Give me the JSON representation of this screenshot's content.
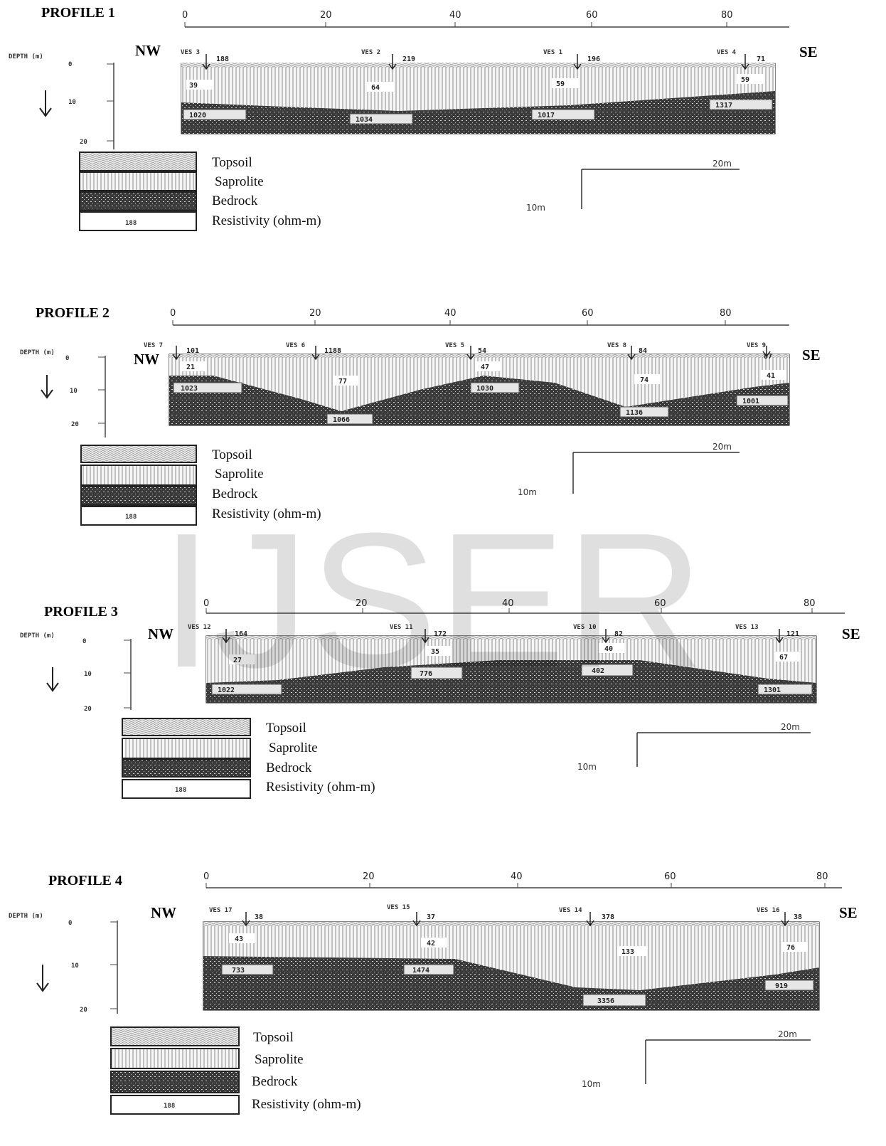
{
  "profiles": [
    {
      "title": "PROFILE 1",
      "nw": "NW",
      "se": "SE",
      "axis_ticks": [
        "0",
        "20",
        "40",
        "60",
        "80"
      ],
      "depth_label": "DEPTH (m)",
      "depth_ticks": [
        "0",
        "10",
        "20"
      ],
      "ves": [
        {
          "label": "VES 3",
          "value": "188"
        },
        {
          "label": "VES 2",
          "value": "219"
        },
        {
          "label": "VES 1",
          "value": "196"
        },
        {
          "label": "VES 4",
          "value": "71"
        }
      ],
      "saprolite_values": [
        "39",
        "64",
        "59",
        "59"
      ],
      "bedrock_values": [
        "1020",
        "1034",
        "1017",
        "1317"
      ],
      "scale_h": "20m",
      "scale_v": "10m"
    },
    {
      "title": "PROFILE 2",
      "nw": "NW",
      "se": "SE",
      "axis_ticks": [
        "0",
        "20",
        "40",
        "60",
        "80"
      ],
      "depth_label": "DEPTH (m)",
      "depth_ticks": [
        "0",
        "10",
        "20"
      ],
      "ves": [
        {
          "label": "VES 7",
          "value": "101"
        },
        {
          "label": "VES 6",
          "value": "1188"
        },
        {
          "label": "VES 5",
          "value": "54"
        },
        {
          "label": "VES 8",
          "value": "84"
        },
        {
          "label": "VES 9",
          "value": "87"
        }
      ],
      "saprolite_values": [
        "21",
        "77",
        "47",
        "74",
        "41"
      ],
      "bedrock_values": [
        "1023",
        "1066",
        "1030",
        "1136",
        "1001"
      ],
      "scale_h": "20m",
      "scale_v": "10m"
    },
    {
      "title": "PROFILE 3",
      "nw": "NW",
      "se": "SE",
      "axis_ticks": [
        "0",
        "20",
        "40",
        "60",
        "80"
      ],
      "depth_label": "DEPTH (m)",
      "depth_ticks": [
        "0",
        "10",
        "20"
      ],
      "ves": [
        {
          "label": "VES 12",
          "value": "164"
        },
        {
          "label": "VES 11",
          "value": "172"
        },
        {
          "label": "VES 10",
          "value": "82"
        },
        {
          "label": "VES 13",
          "value": "121"
        }
      ],
      "saprolite_values": [
        "27",
        "35",
        "40",
        "67"
      ],
      "bedrock_values": [
        "1022",
        "776",
        "402",
        "1301"
      ],
      "scale_h": "20m",
      "scale_v": "10m"
    },
    {
      "title": "PROFILE 4",
      "nw": "NW",
      "se": "SE",
      "axis_ticks": [
        "0",
        "20",
        "40",
        "60",
        "80"
      ],
      "depth_label": "DEPTH (m)",
      "depth_ticks": [
        "0",
        "10",
        "20"
      ],
      "ves": [
        {
          "label": "VES 17",
          "value": "38"
        },
        {
          "label": "VES 15",
          "value": "37"
        },
        {
          "label": "VES 14",
          "value": "378"
        },
        {
          "label": "VES 16",
          "value": "38"
        }
      ],
      "saprolite_values": [
        "43",
        "42",
        "133",
        "76"
      ],
      "bedrock_values": [
        "733",
        "1474",
        "3356",
        "919"
      ],
      "scale_h": "20m",
      "scale_v": "10m"
    }
  ],
  "legend": {
    "topsoil": "Topsoil",
    "saprolite": "Saprolite",
    "bedrock": "Bedrock",
    "resistivity": "Resistivity (ohm-m)",
    "resistivity_example": "188"
  },
  "watermark": "IJSER",
  "colors": {
    "line": "#333333",
    "bedrock_dark": "#2b2b2b",
    "saprolite_stripe": "#777777"
  }
}
